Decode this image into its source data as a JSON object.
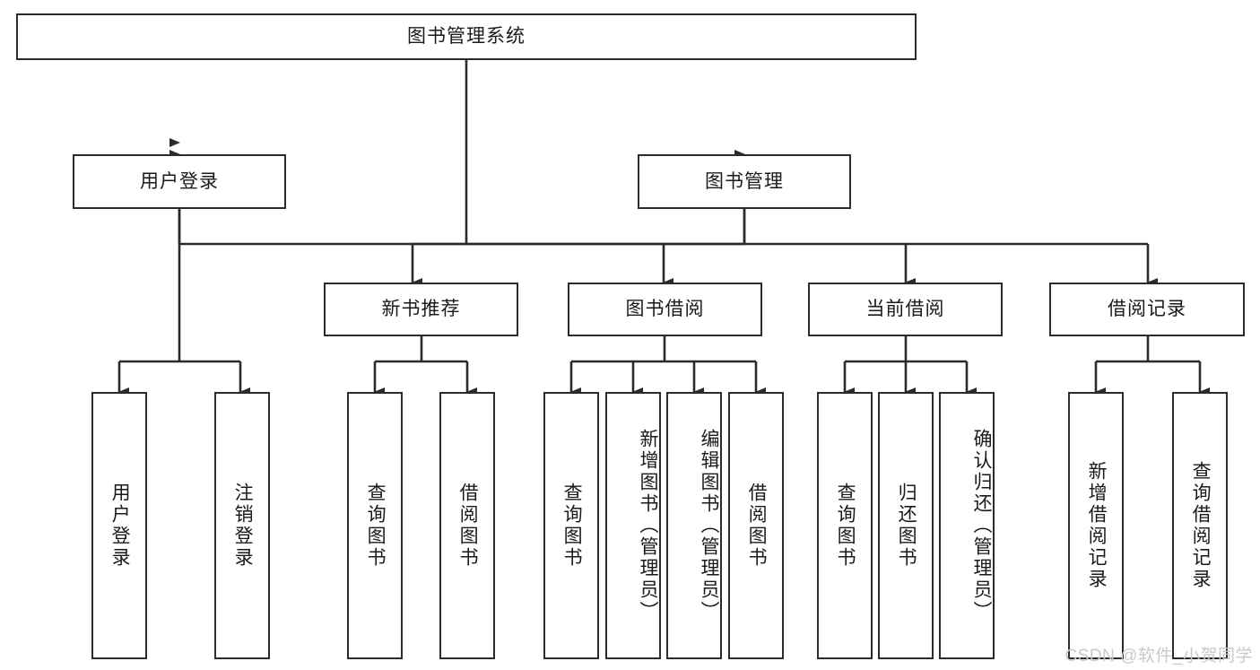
{
  "diagram": {
    "type": "tree-hierarchy-diagram",
    "title": "图书管理系统",
    "colors": {
      "box_border": "#2b2b2b",
      "box_fill": "#ffffff",
      "connector": "#2b2b2b",
      "text": "#1a1a1a",
      "watermark": "#c9c9c9",
      "background": "#ffffff"
    },
    "root": {
      "label": "图书管理系统"
    },
    "level1": [
      {
        "label": "用户登录"
      },
      {
        "label": "图书管理"
      }
    ],
    "level2": [
      {
        "label": "新书推荐"
      },
      {
        "label": "图书借阅"
      },
      {
        "label": "当前借阅"
      },
      {
        "label": "借阅记录"
      }
    ],
    "leaves": {
      "user_login": [
        {
          "label": "用户登录"
        },
        {
          "label": "注销登录"
        }
      ],
      "new_book_recommend": [
        {
          "label": "查询图书"
        },
        {
          "label": "借阅图书"
        }
      ],
      "book_borrow": [
        {
          "label": "查询图书"
        },
        {
          "label": "新增图书（管理员）"
        },
        {
          "label": "编辑图书（管理员）"
        },
        {
          "label": "借阅图书"
        }
      ],
      "current_borrow": [
        {
          "label": "查询图书"
        },
        {
          "label": "归还图书"
        },
        {
          "label": "确认归还（管理员）"
        }
      ],
      "borrow_record": [
        {
          "label": "新增借阅记录"
        },
        {
          "label": "查询借阅记录"
        }
      ]
    },
    "watermark": "CSDN @软件_小贺同学"
  }
}
